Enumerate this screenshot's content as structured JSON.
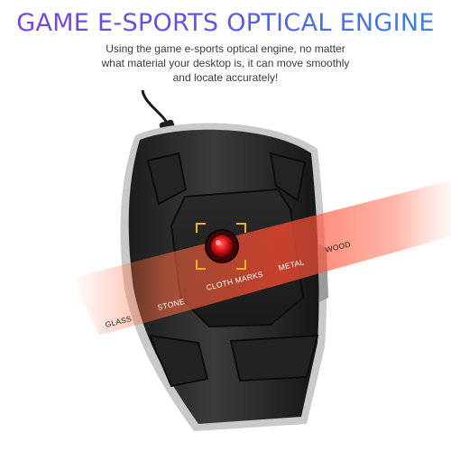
{
  "header": {
    "title": "GAME E-SPORTS OPTICAL ENGINE",
    "description": "Using the game e-sports optical engine, no matter what material your desktop is, it can move smoothly and locate accurately!"
  },
  "surfaces": {
    "glass": "GLASS",
    "stone": "STONE",
    "cloth_marks": "CLOTH MARKS",
    "metal": "METAL",
    "wood": "WOOD"
  },
  "colors": {
    "title_gradient_start": "#7a44d8",
    "title_gradient_end": "#3a86ea",
    "beam": "#ff5a3c",
    "sensor": "#e01818",
    "frame": "#f0b020",
    "body": "#2a2a2a"
  }
}
